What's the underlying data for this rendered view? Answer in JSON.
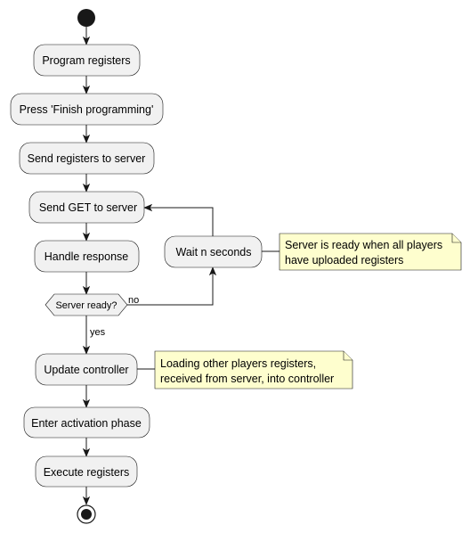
{
  "diagram": {
    "actions": {
      "program_registers": "Program registers",
      "press_finish": "Press 'Finish programming'",
      "send_registers": "Send registers to server",
      "send_get": "Send GET to server",
      "handle_response": "Handle response",
      "wait": "Wait n seconds",
      "update_controller": "Update controller",
      "enter_activation": "Enter activation phase",
      "execute_registers": "Execute registers"
    },
    "decision": {
      "label": "Server ready?",
      "no_label": "no",
      "yes_label": "yes"
    },
    "notes": {
      "server_ready": [
        "Server is ready when all players",
        "have uploaded registers"
      ],
      "loading": [
        "Loading other players registers,",
        "received from server, into controller"
      ]
    }
  }
}
